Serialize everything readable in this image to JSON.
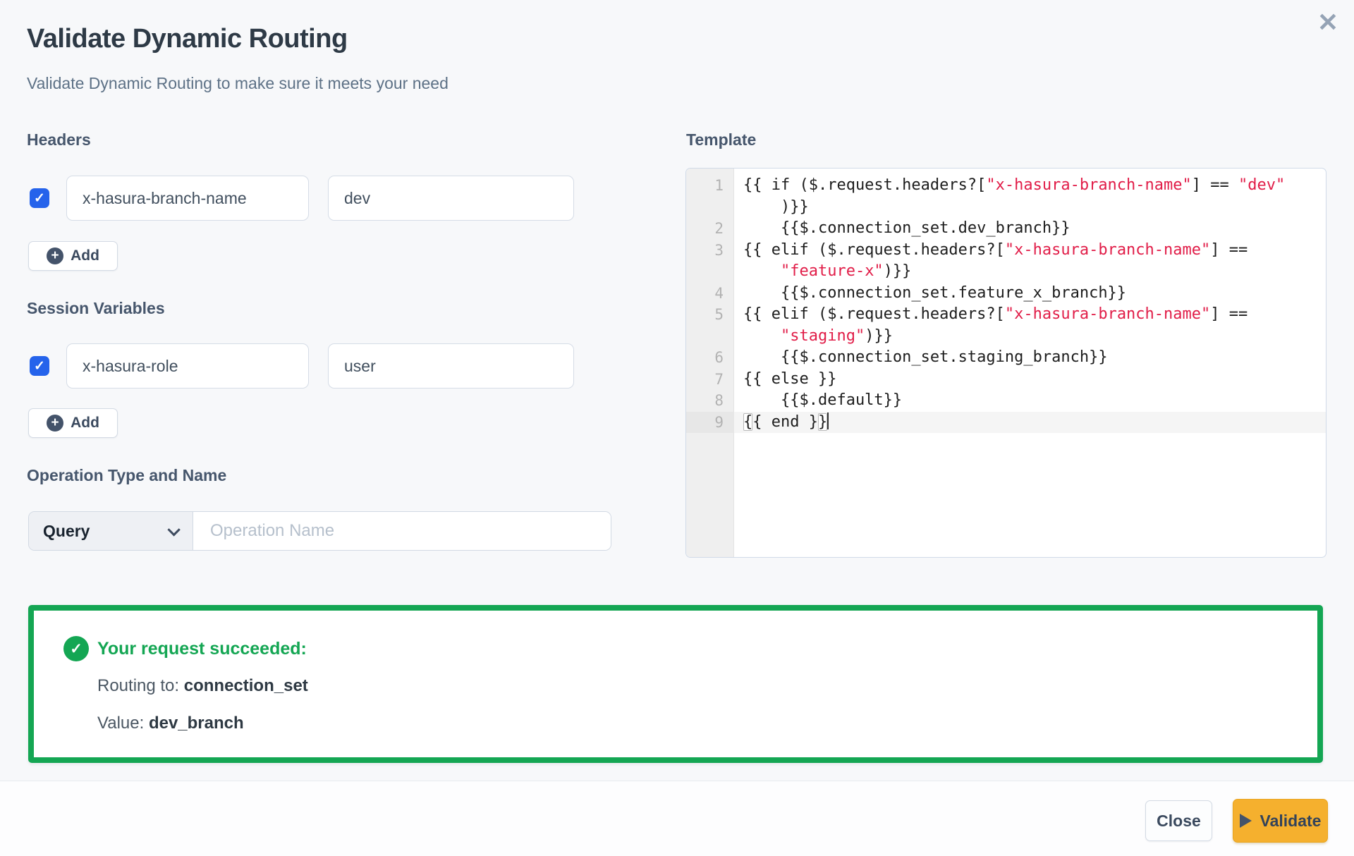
{
  "modal": {
    "title": "Validate Dynamic Routing",
    "subtitle": "Validate Dynamic Routing to make sure it meets your need",
    "close_icon": "✕"
  },
  "headers_section": {
    "label": "Headers",
    "add_label": "Add",
    "rows": [
      {
        "checked": true,
        "check_glyph": "✓",
        "key": "x-hasura-branch-name",
        "value": "dev"
      }
    ]
  },
  "session_section": {
    "label": "Session Variables",
    "add_label": "Add",
    "rows": [
      {
        "checked": true,
        "check_glyph": "✓",
        "key": "x-hasura-role",
        "value": "user"
      }
    ]
  },
  "operation_section": {
    "label": "Operation Type and Name",
    "type_value": "Query",
    "name_placeholder": "Operation Name",
    "name_value": ""
  },
  "template_section": {
    "label": "Template",
    "rows": [
      {
        "num": "1",
        "segments": [
          {
            "t": "{{ if ($.request.headers?[",
            "c": "code"
          },
          {
            "t": "\"x-hasura-branch-name\"",
            "c": "str"
          },
          {
            "t": "] == ",
            "c": "code"
          },
          {
            "t": "\"dev\"",
            "c": "str"
          }
        ]
      },
      {
        "num": "",
        "segments": [
          {
            "t": "    )}}",
            "c": "code"
          }
        ]
      },
      {
        "num": "2",
        "segments": [
          {
            "t": "    {{$.connection_set.dev_branch}}",
            "c": "code"
          }
        ]
      },
      {
        "num": "3",
        "segments": [
          {
            "t": "{{ elif ($.request.headers?[",
            "c": "code"
          },
          {
            "t": "\"x-hasura-branch-name\"",
            "c": "str"
          },
          {
            "t": "] ==",
            "c": "code"
          }
        ]
      },
      {
        "num": "",
        "segments": [
          {
            "t": "    ",
            "c": "code"
          },
          {
            "t": "\"feature-x\"",
            "c": "str"
          },
          {
            "t": ")}}",
            "c": "code"
          }
        ]
      },
      {
        "num": "4",
        "segments": [
          {
            "t": "    {{$.connection_set.feature_x_branch}}",
            "c": "code"
          }
        ]
      },
      {
        "num": "5",
        "segments": [
          {
            "t": "{{ elif ($.request.headers?[",
            "c": "code"
          },
          {
            "t": "\"x-hasura-branch-name\"",
            "c": "str"
          },
          {
            "t": "] ==",
            "c": "code"
          }
        ]
      },
      {
        "num": "",
        "segments": [
          {
            "t": "    ",
            "c": "code"
          },
          {
            "t": "\"staging\"",
            "c": "str"
          },
          {
            "t": ")}}",
            "c": "code"
          }
        ]
      },
      {
        "num": "6",
        "segments": [
          {
            "t": "    {{$.connection_set.staging_branch}}",
            "c": "code"
          }
        ]
      },
      {
        "num": "7",
        "segments": [
          {
            "t": "{{ else }}",
            "c": "code"
          }
        ]
      },
      {
        "num": "8",
        "segments": [
          {
            "t": "    {{$.default}}",
            "c": "code"
          }
        ]
      },
      {
        "num": "9",
        "active": true,
        "cursor": true,
        "segments": [
          {
            "t": "{",
            "c": "match"
          },
          {
            "t": "{ end }",
            "c": "code"
          },
          {
            "t": "}",
            "c": "match"
          }
        ]
      }
    ]
  },
  "result": {
    "check_glyph": "✓",
    "title": "Your request succeeded:",
    "routing_label": "Routing to: ",
    "routing_value": "connection_set",
    "value_label": "Value: ",
    "value_value": "dev_branch"
  },
  "footer": {
    "close_label": "Close",
    "validate_label": "Validate"
  },
  "colors": {
    "blue": "#2563eb",
    "green": "#14a653",
    "amber": "#f5b02e",
    "red": "#e11d48"
  }
}
